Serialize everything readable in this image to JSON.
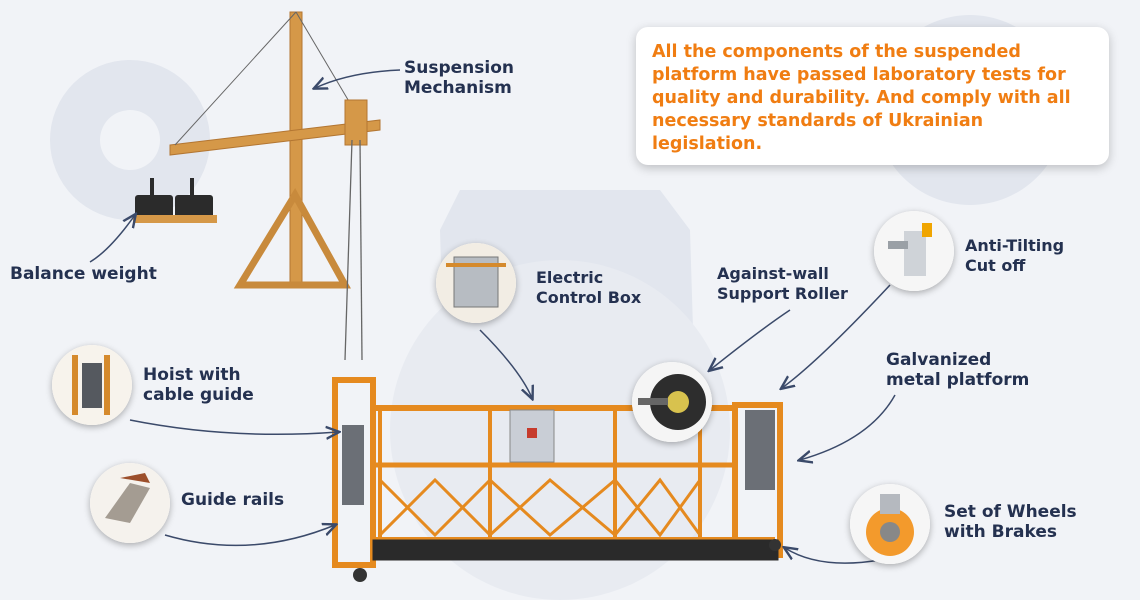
{
  "note": {
    "text": "All the components of the suspended platform have passed laboratory tests for quality and durability. And comply with all necessary standards of Ukrainian legislation."
  },
  "labels": {
    "suspension": [
      "Suspension",
      "Mechanism"
    ],
    "balance": "Balance weight",
    "hoist": [
      "Hoist with",
      "cable guide"
    ],
    "guide_rails": "Guide rails",
    "control_box": [
      "Electric",
      "Control Box"
    ],
    "roller": [
      "Against-wall",
      "Support Roller"
    ],
    "anti_tilt": [
      "Anti-Tilting",
      "Cut off"
    ],
    "galvanized": [
      "Galvanized",
      "metal platform"
    ],
    "wheels": [
      "Set of Wheels",
      "with Brakes"
    ]
  },
  "colors": {
    "accent": "#f07d12",
    "label": "#243150",
    "frame": "#e58a1f",
    "background": "#f1f3f7"
  }
}
